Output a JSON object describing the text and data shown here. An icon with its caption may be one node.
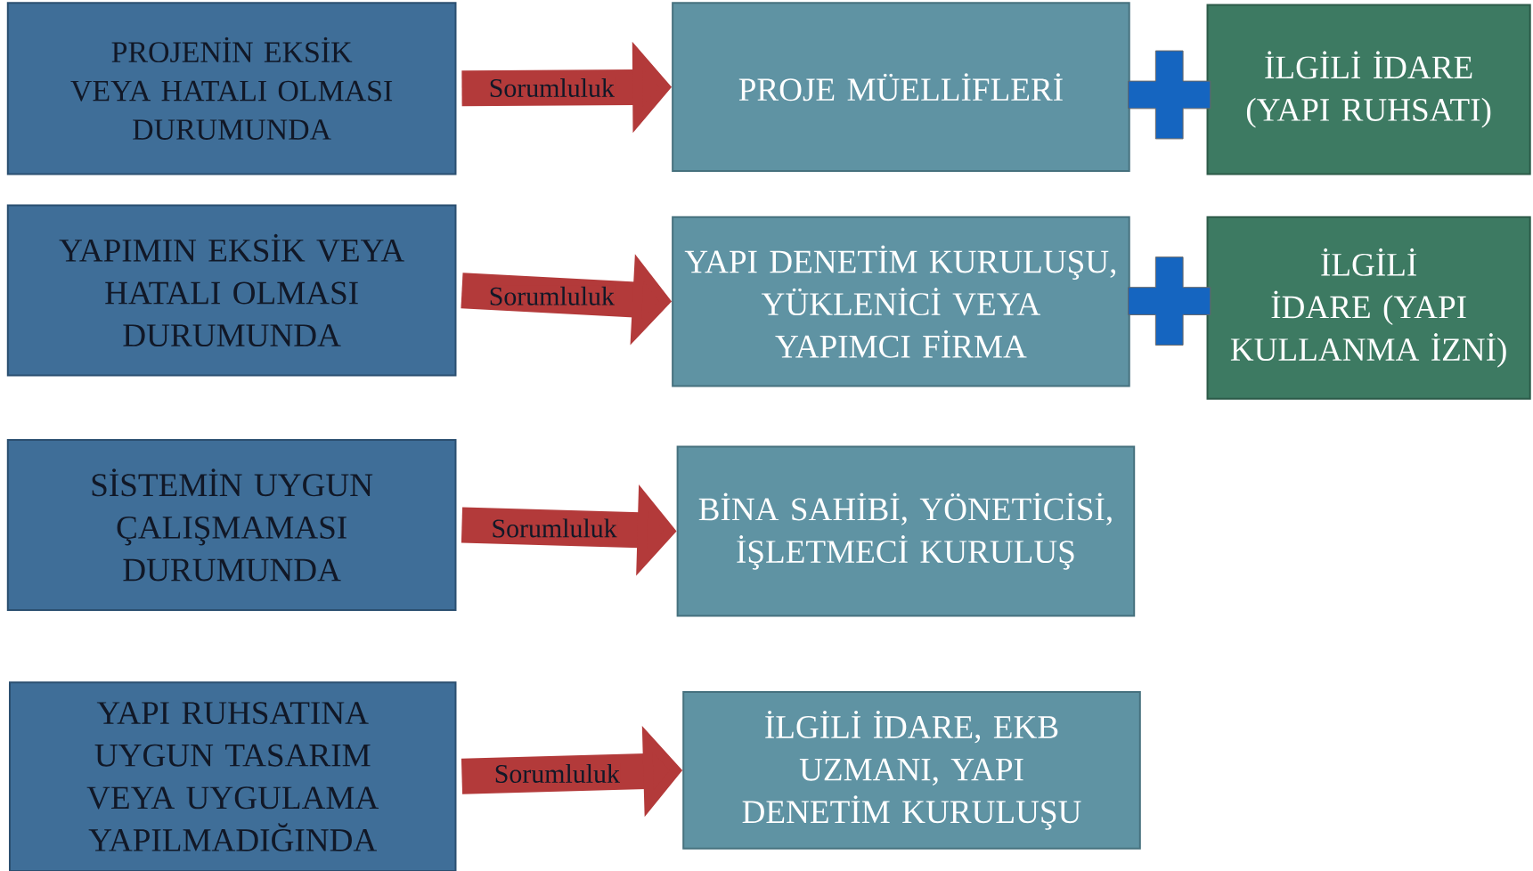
{
  "diagram": {
    "nodes": [
      {
        "text": [
          "PROJENİN EKSİK VEYA HATALI OLMASI DURUMUNDA"
        ]
      },
      {
        "text": [
          "PROJE MÜELLİFLERİ"
        ]
      },
      {
        "text": [
          "İLGİLİ İDARE (YAPI RUHSATI)"
        ]
      },
      {
        "text": [
          "YAPIMIN EKSİK VEYA HATALI OLMASI DURUMUNDA"
        ]
      },
      {
        "text": [
          "YAPI DENETİM KURULUŞU, YÜKLENİCİ VEYA YAPIMCI FİRMA"
        ]
      },
      {
        "text": [
          "İLGİLİ İDARE (YAPI KULLANMA İZNİ)"
        ]
      },
      {
        "text": [
          "SİSTEMİN UYGUN ÇALIŞMAMASI DURUMUNDA"
        ]
      },
      {
        "text": [
          "BİNA SAHİBİ, YÖNETİCİSİ, İŞLETMECİ KURULUŞ"
        ]
      },
      {
        "text": [
          "YAPI RUHSATINA UYGUN TASARIM VEYA UYGULAMA YAPILMADIĞINDA"
        ]
      },
      {
        "text": [
          "İLGİLİ İDARE, EKB UZMANI, YAPI DENETİM KURULUŞU"
        ]
      }
    ],
    "edges": [
      {
        "from": 0,
        "to": 1,
        "arrow": "to",
        "label": "Sorumluluk"
      },
      {
        "from": 3,
        "to": 4,
        "arrow": "to",
        "label": "Sorumluluk"
      },
      {
        "from": 6,
        "to": 7,
        "arrow": "to",
        "label": "Sorumluluk"
      },
      {
        "from": 8,
        "to": 9,
        "arrow": "to",
        "label": "Sorumluluk"
      }
    ]
  }
}
